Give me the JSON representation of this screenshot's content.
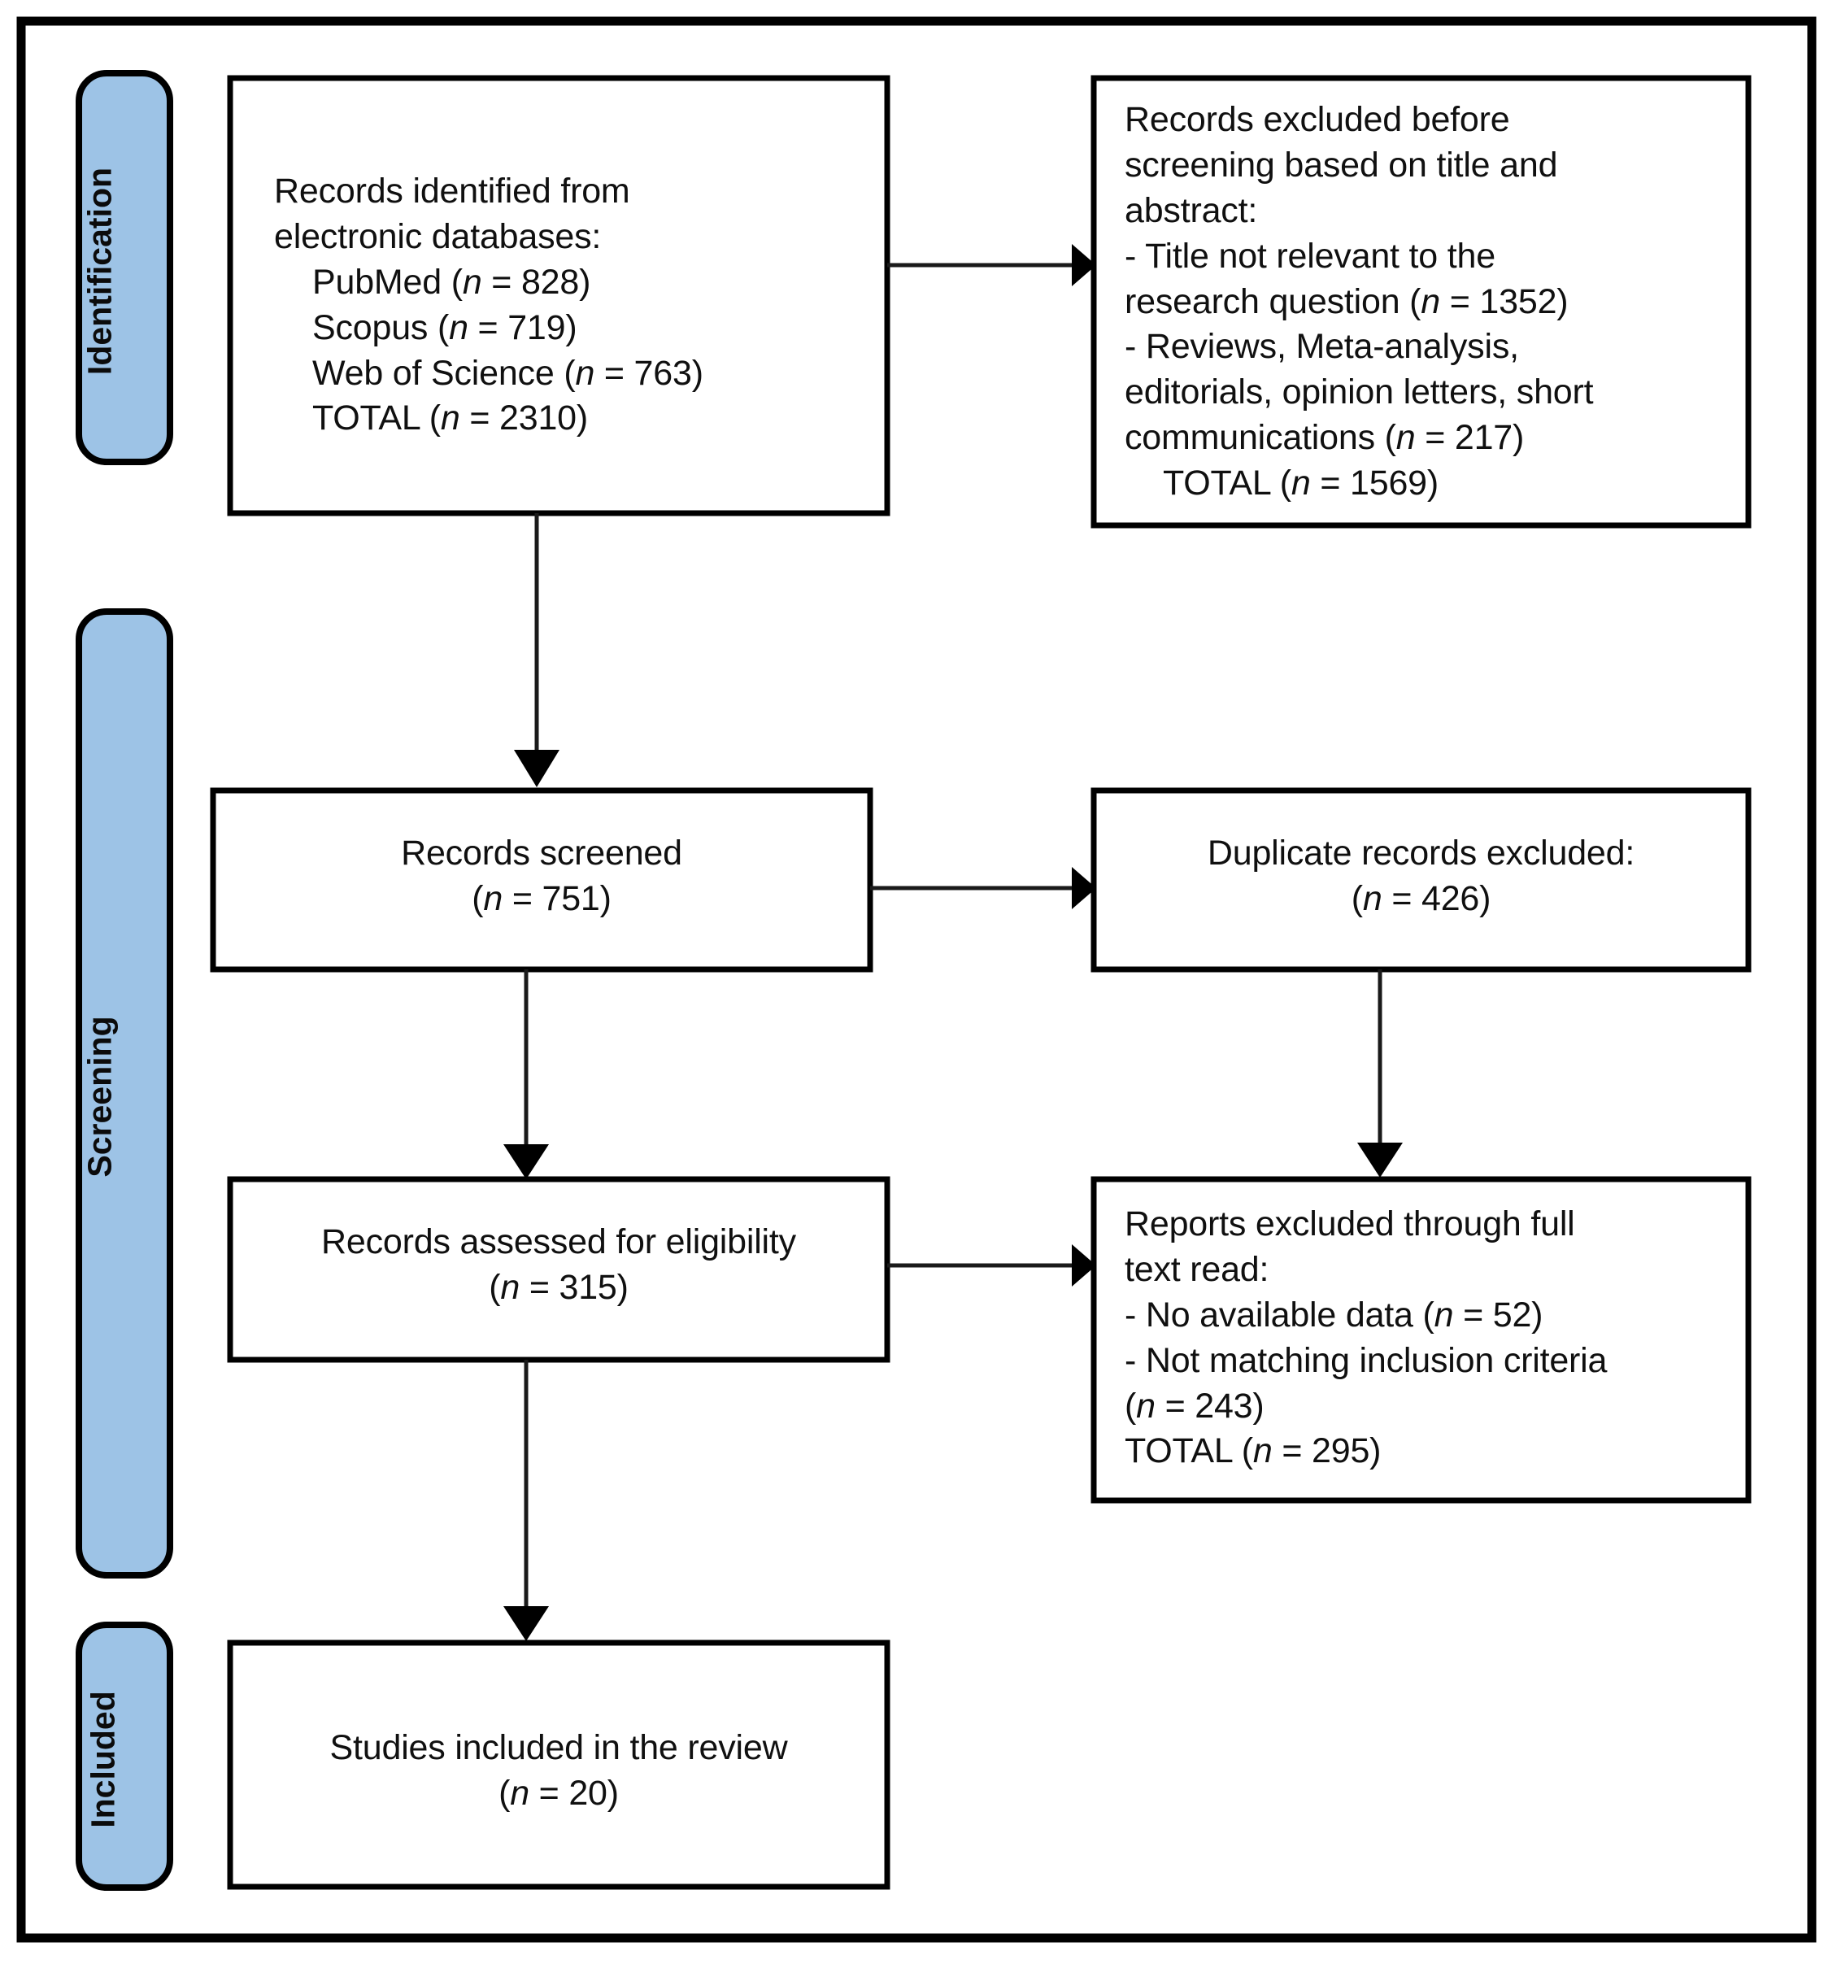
{
  "diagram": {
    "type": "prisma-flow-diagram",
    "colors": {
      "stage_pill_fill": "#9DC3E6",
      "box_fill": "#FFFFFF",
      "stroke": "#000000",
      "text": "#101010"
    },
    "stages": [
      {
        "id": "identification",
        "label": "Identification"
      },
      {
        "id": "screening",
        "label": "Screening"
      },
      {
        "id": "included",
        "label": "Included"
      }
    ],
    "nodes": {
      "records_identified": {
        "name": "records-identified-box",
        "align": "left",
        "lines": [
          "Records identified from",
          "electronic databases:",
          "    PubMed (n = 828)",
          "    Scopus (n = 719)",
          "    Web of Science (n = 763)",
          "    TOTAL (n = 2310)"
        ],
        "text": "Records identified from\nelectronic databases:\n    PubMed (n = 828)\n    Scopus (n = 719)\n    Web of Science (n = 763)\n    TOTAL (n = 2310)"
      },
      "records_excluded_before_screening": {
        "name": "records-excluded-before-screening-box",
        "align": "left",
        "lines": [
          "Records excluded before",
          "screening based on title and",
          "abstract:",
          "- Title not relevant to the",
          "research question (n = 1352)",
          "- Reviews, Meta-analysis,",
          "editorials, opinion letters, short",
          "communications (n = 217)",
          "    TOTAL (n = 1569)"
        ],
        "text": "Records excluded before\nscreening based on title and\nabstract:\n- Title not relevant to the\nresearch question (n = 1352)\n- Reviews, Meta-analysis,\neditorials, opinion letters, short\ncommunications (n = 217)\n    TOTAL (n = 1569)"
      },
      "records_screened": {
        "name": "records-screened-box",
        "align": "center",
        "lines": [
          "Records screened",
          "(n = 751)"
        ],
        "text": "Records screened\n(n = 751)"
      },
      "duplicate_records_excluded": {
        "name": "duplicate-records-excluded-box",
        "align": "center",
        "lines": [
          "Duplicate records excluded:",
          "(n = 426)"
        ],
        "text": "Duplicate records excluded:\n(n = 426)"
      },
      "records_assessed": {
        "name": "records-assessed-for-eligibility-box",
        "align": "center",
        "lines": [
          "Records assessed for eligibility",
          "(n = 315)"
        ],
        "text": "Records assessed for eligibility\n(n = 315)"
      },
      "reports_excluded_full_text": {
        "name": "reports-excluded-full-text-box",
        "align": "left",
        "lines": [
          "Reports excluded through full",
          "text read:",
          "- No available data (n = 52)",
          "- Not matching inclusion criteria",
          "(n = 243)",
          "TOTAL (n = 295)"
        ],
        "text": "Reports excluded through full\ntext read:\n- No available data (n = 52)\n- Not matching inclusion criteria\n(n = 243)\nTOTAL (n = 295)"
      },
      "studies_included": {
        "name": "studies-included-box",
        "align": "center",
        "lines": [
          "Studies included in the review",
          "(n = 20)"
        ],
        "text": "Studies included in the review\n(n = 20)"
      }
    },
    "edges": [
      {
        "from": "records_identified",
        "to": "records_excluded_before_screening",
        "direction": "right"
      },
      {
        "from": "records_identified",
        "to": "records_screened",
        "direction": "down"
      },
      {
        "from": "records_screened",
        "to": "duplicate_records_excluded",
        "direction": "right"
      },
      {
        "from": "duplicate_records_excluded",
        "to": "reports_excluded_full_text",
        "direction": "down"
      },
      {
        "from": "records_screened",
        "to": "records_assessed",
        "direction": "down"
      },
      {
        "from": "records_assessed",
        "to": "reports_excluded_full_text",
        "direction": "right"
      },
      {
        "from": "records_assessed",
        "to": "studies_included",
        "direction": "down"
      }
    ],
    "counts": {
      "pubmed": 828,
      "scopus": 719,
      "web_of_science": 763,
      "identified_total": 2310,
      "title_not_relevant": 1352,
      "reviews_meta_editorials": 217,
      "excluded_before_screening_total": 1569,
      "records_screened": 751,
      "duplicates_excluded": 426,
      "records_assessed": 315,
      "no_available_data": 52,
      "not_matching_inclusion": 243,
      "full_text_excluded_total": 295,
      "studies_included": 20
    }
  }
}
